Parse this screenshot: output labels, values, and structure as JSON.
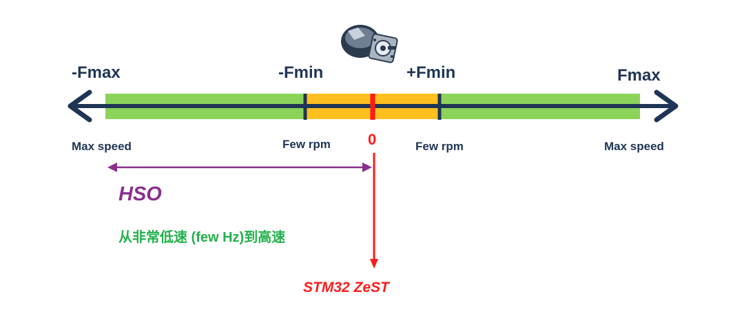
{
  "axis": {
    "left_end": "-Fmax",
    "right_end": "Fmax",
    "left_min": "-Fmin",
    "right_min": "+Fmin",
    "zero": "0"
  },
  "speeds": {
    "left_max": "Max speed",
    "left_few": "Few rpm",
    "right_few": "Few rpm",
    "right_max": "Max speed"
  },
  "hso": {
    "title": "HSO",
    "description": "从非常低速  (few Hz)到高速"
  },
  "zest": {
    "label": "STM32 ZeST"
  },
  "colors": {
    "axis_line": "#1f3555",
    "high_speed_zone": "#8cd35a",
    "low_speed_zone": "#ffbf1f",
    "zero_marker": "#ff1a1a",
    "hso_range": "#8a2f8e",
    "description_text": "#22b14c"
  },
  "icons": [
    "motor-icon"
  ]
}
